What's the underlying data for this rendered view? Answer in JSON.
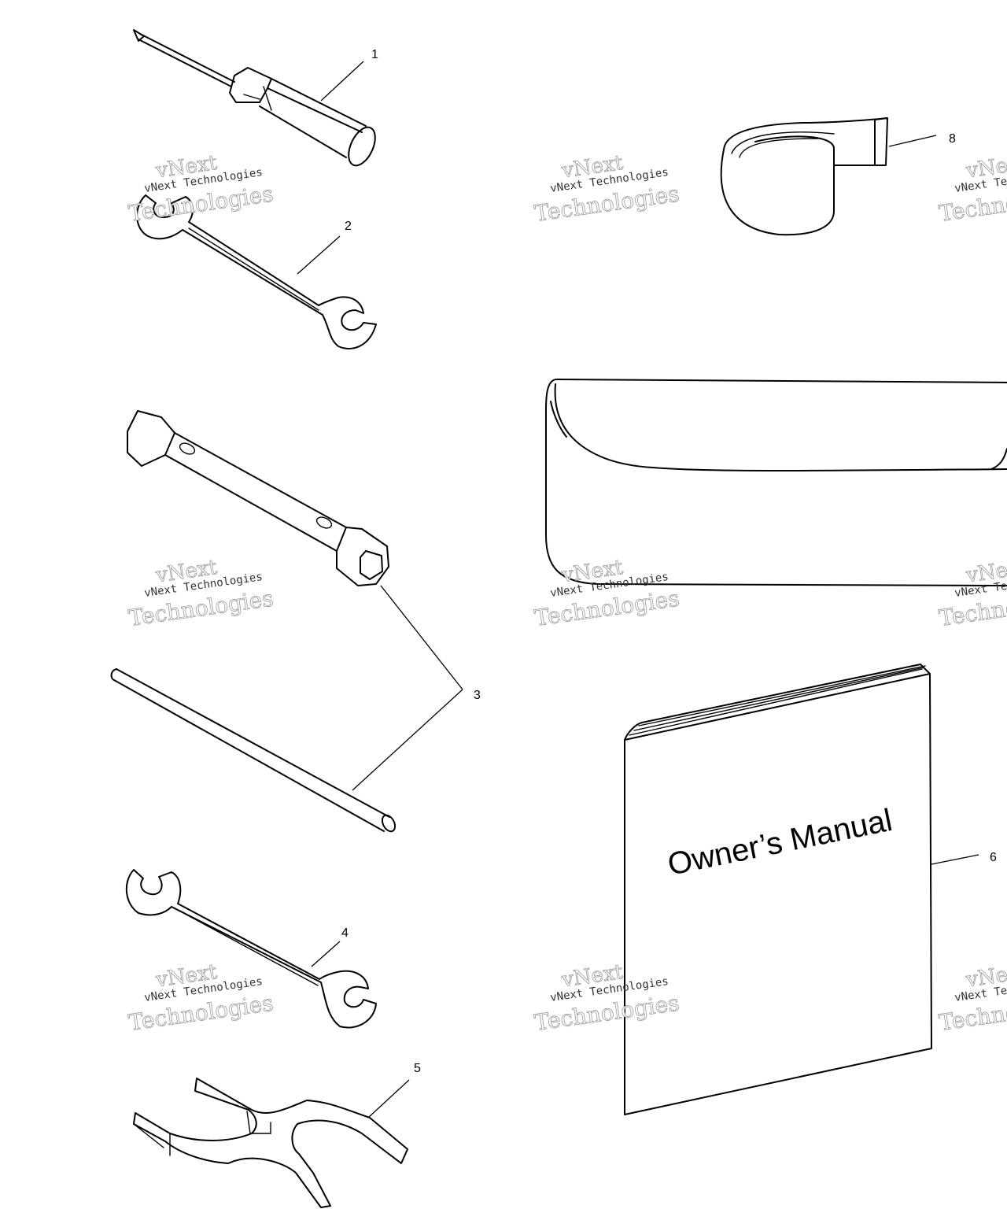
{
  "callouts": [
    {
      "id": "1",
      "label": "1"
    },
    {
      "id": "2",
      "label": "2"
    },
    {
      "id": "3",
      "label": "3"
    },
    {
      "id": "4",
      "label": "4"
    },
    {
      "id": "5",
      "label": "5"
    },
    {
      "id": "6",
      "label": "6"
    },
    {
      "id": "8",
      "label": "8"
    }
  ],
  "manual_title": "Owner’s Manual",
  "watermark": {
    "line1": "vNext Technologies",
    "big1": "vNext",
    "big2": "Technologies"
  },
  "parts": [
    "screwdriver-icon",
    "open-end-wrench-icon",
    "spark-plug-socket-wrench-icon",
    "tommy-bar-icon",
    "open-end-wrench-icon",
    "spanner-icon",
    "owners-manual-icon",
    "tool-pouch-icon",
    "tape-roll-icon"
  ]
}
